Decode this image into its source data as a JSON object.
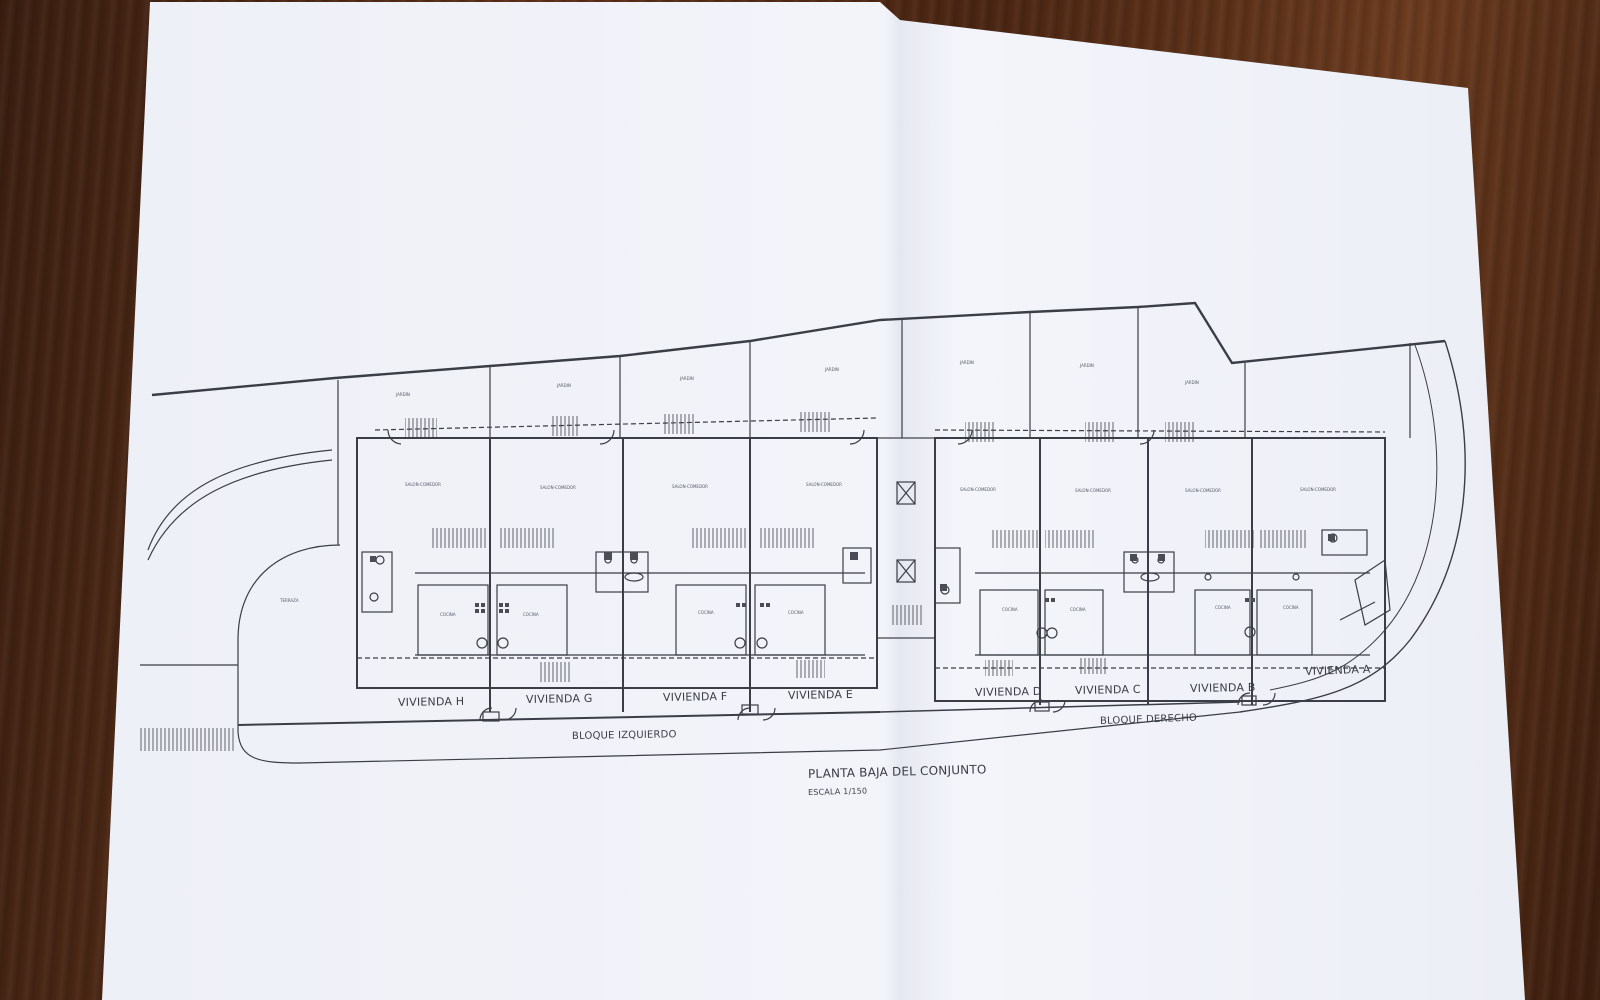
{
  "drawing": {
    "title": "PLANTA BAJA DEL CONJUNTO",
    "scale": "ESCALA 1/150"
  },
  "blocks": {
    "left": "BLOQUE IZQUIERDO",
    "right": "BLOQUE DERECHO"
  },
  "units": [
    {
      "id": "H",
      "label": "VIVIENDA H"
    },
    {
      "id": "G",
      "label": "VIVIENDA G"
    },
    {
      "id": "F",
      "label": "VIVIENDA F"
    },
    {
      "id": "E",
      "label": "VIVIENDA E"
    },
    {
      "id": "D",
      "label": "VIVIENDA D"
    },
    {
      "id": "C",
      "label": "VIVIENDA C"
    },
    {
      "id": "B",
      "label": "VIVIENDA B"
    },
    {
      "id": "A",
      "label": "VIVIENDA A"
    }
  ],
  "rooms": {
    "salon": "SALON-COMEDOR",
    "cocina": "COCINA",
    "jardin": "JARDIN",
    "terraza": "TERRAZA"
  },
  "colors": {
    "paper": "#f4f5fa",
    "ink": "#3b3e46",
    "wood": "#4a2512"
  }
}
